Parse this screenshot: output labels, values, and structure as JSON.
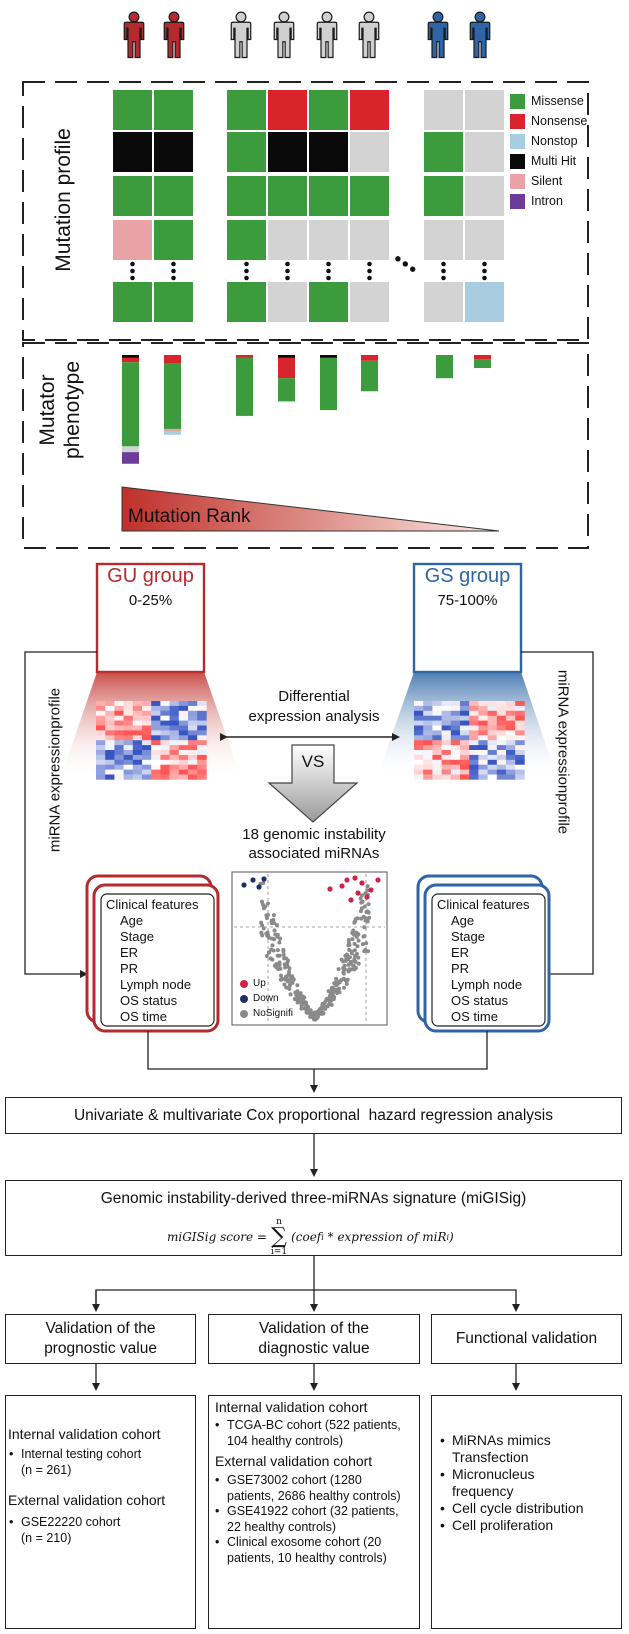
{
  "colors": {
    "missense": "#3c9b3c",
    "nonsense": "#d9242b",
    "nonstop": "#a8cce0",
    "multi_hit": "#0a0a0a",
    "silent": "#e9a3a6",
    "intron": "#6c3d98",
    "unaltered": "#d3d3d3",
    "gu_red": "#b52a2e",
    "gs_blue": "#2f65a6",
    "person_grey": "#d0d0d0"
  },
  "mutation_profile": {
    "label": "Mutation profile",
    "legend": [
      {
        "key": "missense",
        "label": "Missense"
      },
      {
        "key": "nonsense",
        "label": "Nonsense"
      },
      {
        "key": "nonstop",
        "label": "Nonstop"
      },
      {
        "key": "multi_hit",
        "label": "Multi Hit"
      },
      {
        "key": "silent",
        "label": "Silent"
      },
      {
        "key": "intron",
        "label": "Intron"
      }
    ],
    "columns": [
      [
        "missense",
        "multi_hit",
        "missense",
        "silent",
        "missense"
      ],
      [
        "missense",
        "multi_hit",
        "missense",
        "missense",
        "missense"
      ],
      [
        "missense",
        "missense",
        "missense",
        "missense",
        "missense"
      ],
      [
        "nonsense",
        "multi_hit",
        "missense",
        "unaltered",
        "unaltered"
      ],
      [
        "missense",
        "multi_hit",
        "missense",
        "unaltered",
        "missense"
      ],
      [
        "nonsense",
        "unaltered",
        "missense",
        "unaltered",
        "unaltered"
      ],
      [
        "unaltered",
        "missense",
        "missense",
        "unaltered",
        "unaltered"
      ],
      [
        "unaltered",
        "unaltered",
        "unaltered",
        "unaltered",
        "nonstop"
      ]
    ]
  },
  "mutator_phenotype": {
    "label_line1": "Mutator",
    "label_line2": "phenotype",
    "rank_label": "Mutation Rank",
    "bars": [
      [
        [
          "multi_hit",
          2
        ],
        [
          "nonsense",
          3
        ],
        [
          "missense",
          58
        ],
        [
          "unaltered",
          4
        ],
        [
          "intron",
          8
        ]
      ],
      [
        [
          "nonsense",
          6
        ],
        [
          "missense",
          45
        ],
        [
          "silent",
          2
        ],
        [
          "nonstop",
          2
        ]
      ],
      [
        [
          "nonsense",
          2
        ],
        [
          "missense",
          40
        ]
      ],
      [
        [
          "multi_hit",
          2
        ],
        [
          "nonsense",
          14
        ],
        [
          "missense",
          16
        ]
      ],
      [
        [
          "multi_hit",
          2
        ],
        [
          "missense",
          36
        ]
      ],
      [
        [
          "nonsense",
          4
        ],
        [
          "missense",
          21
        ]
      ],
      [
        [
          "missense",
          16
        ]
      ],
      [
        [
          "nonsense",
          3
        ],
        [
          "missense",
          6
        ]
      ]
    ]
  },
  "gu_group": {
    "title": "GU group",
    "range": "0-25%"
  },
  "gs_group": {
    "title": "GS group",
    "range": "75-100%"
  },
  "differential": {
    "line1": "Differential",
    "line2": "expression analysis",
    "vs": "VS"
  },
  "mirna_profile_label": {
    "line1": "miRNA expression",
    "line2": "profile"
  },
  "associated": {
    "line1": "18 genomic instability",
    "line2": "associated miRNAs"
  },
  "volcano_legend": [
    {
      "key": "up",
      "label": "Up",
      "color": "#d4204a"
    },
    {
      "key": "down",
      "label": "Down",
      "color": "#1d2f6b"
    },
    {
      "key": "nosig",
      "label": "NoSignifi",
      "color": "#8a8a8a"
    }
  ],
  "clinical": {
    "title": "Clinical features",
    "items": [
      "Age",
      "Stage",
      "ER",
      "PR",
      "Lymph node",
      "OS status",
      "OS time"
    ]
  },
  "cox_label": "Univariate & multivariate Cox proportional  hazard regression analysis",
  "signature": {
    "title": "Genomic instability-derived three-miRNAs signature (miGISig)",
    "formula_lhs": "miGISig score =",
    "sum_top": "n",
    "sum_bottom": "i=1",
    "formula_rhs": "(coef",
    "formula_sub": "i",
    "formula_mid": " * expression of miR",
    "formula_sub2": "i",
    "formula_end": ")"
  },
  "validations": {
    "prognostic": {
      "head_line1": "Validation of the",
      "head_line2": "prognostic value",
      "internal_title": "Internal validation cohort",
      "internal_items": [
        "Internal testing cohort (n = 261)"
      ],
      "internal_l1": "Internal testing cohort",
      "internal_l2": "(n = 261)",
      "external_title": "External validation cohort",
      "external_l1": "GSE22220 cohort",
      "external_l2": "(n = 210)"
    },
    "diagnostic": {
      "head_line1": "Validation of the",
      "head_line2": "diagnostic value",
      "internal_title": "Internal validation cohort",
      "items_internal": [
        {
          "l1": "TCGA-BC cohort (522 patients,",
          "l2": "104 healthy controls)"
        }
      ],
      "external_title": "External validation cohort",
      "items_external": [
        {
          "l1": "GSE73002 cohort (1280",
          "l2": "patients, 2686 healthy controls)"
        },
        {
          "l1": "GSE41922 cohort (32 patients,",
          "l2": "22 healthy controls)"
        },
        {
          "l1": "Clinical exosome cohort (20",
          "l2": "patients, 10 healthy controls)"
        }
      ]
    },
    "functional": {
      "head": "Functional validation",
      "items": [
        {
          "l1": "MiRNAs mimics",
          "l2": "Transfection"
        },
        {
          "l1": "Micronucleus",
          "l2": "frequency"
        },
        {
          "l1": "Cell cycle distribution",
          "l2": ""
        },
        {
          "l1": "Cell proliferation",
          "l2": ""
        }
      ]
    }
  }
}
